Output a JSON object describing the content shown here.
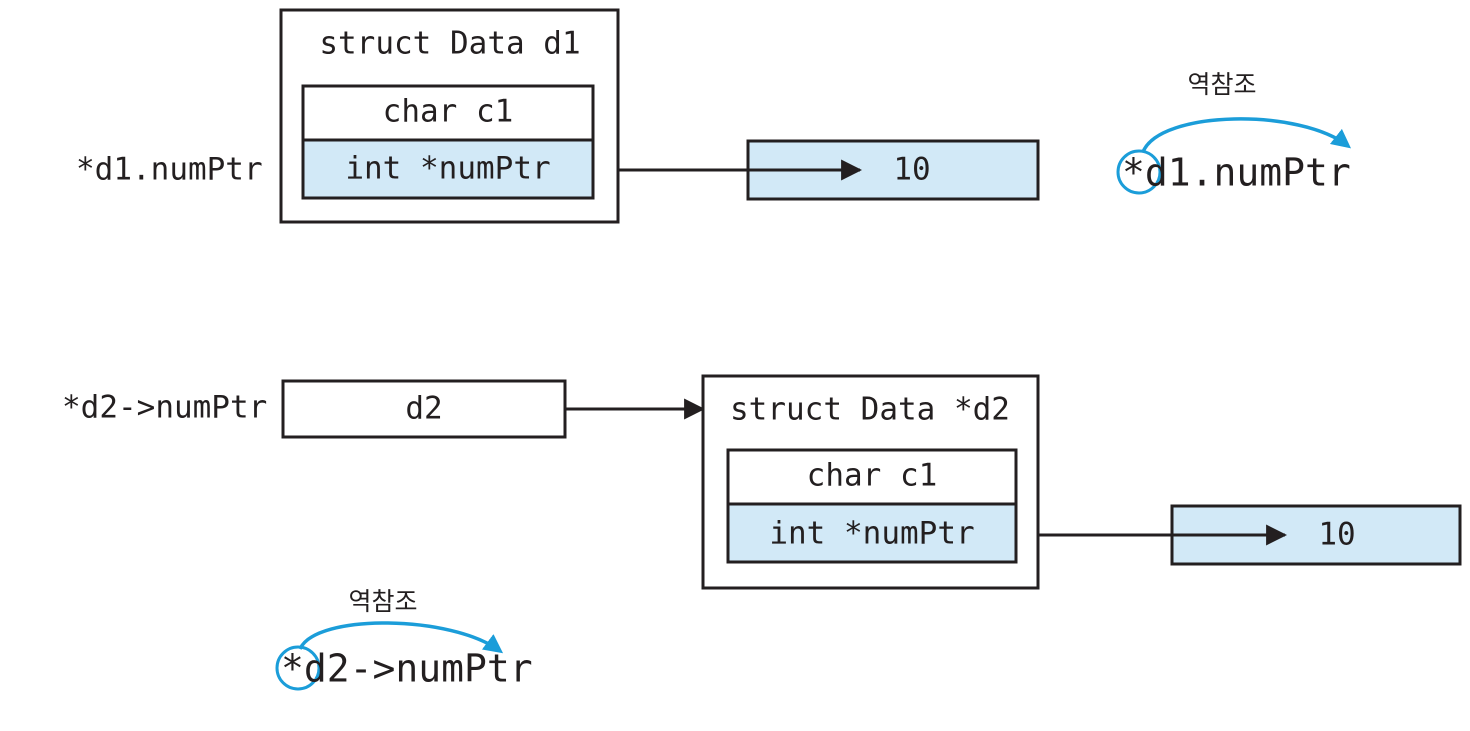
{
  "diagram": {
    "title_semantic": "c-struct-pointer-dereference-diagram",
    "colors": {
      "highlight_fill": "#d2e9f7",
      "stroke": "#231f20",
      "accent_blue": "#1b9dd9",
      "background": "#ffffff"
    },
    "row1": {
      "left_label": "*d1.numPtr",
      "struct_title": "struct Data d1",
      "field_char": "char c1",
      "field_ptr": "int *numPtr",
      "value_box": "10",
      "annotation_label": "역참조",
      "annotation_expr": "*d1.numPtr"
    },
    "row2": {
      "left_label": "*d2->numPtr",
      "pointer_box": "d2",
      "struct_title": "struct Data *d2",
      "field_char": "char c1",
      "field_ptr": "int *numPtr",
      "value_box": "10",
      "annotation_label": "역참조",
      "annotation_expr": "*d2->numPtr"
    }
  }
}
